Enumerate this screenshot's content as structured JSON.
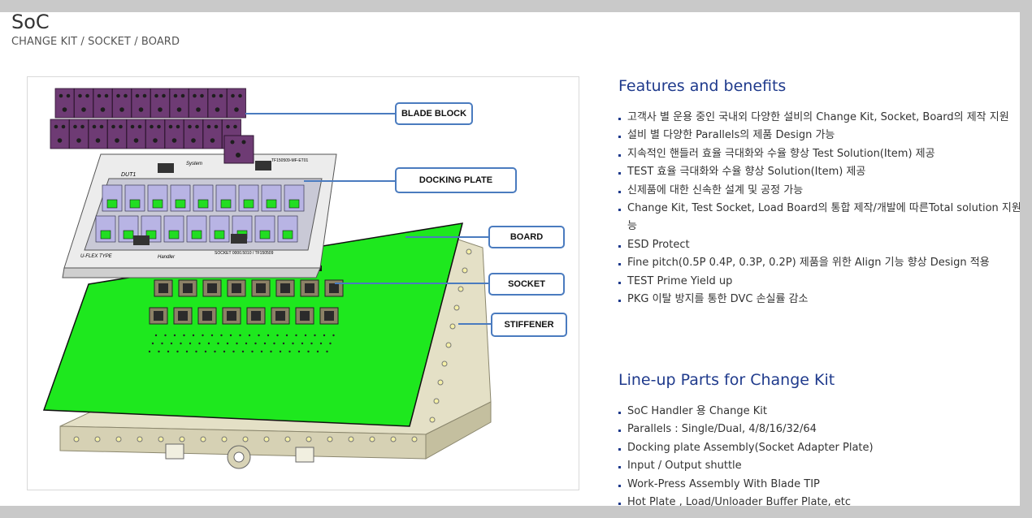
{
  "header": {
    "title": "SoC",
    "subtitle": "CHANGE KIT / SOCKET / BOARD"
  },
  "figure": {
    "callouts": [
      "BLADE BLOCK",
      "DOCKING PLATE",
      "BOARD",
      "SOCKET",
      "STIFFENER"
    ],
    "plate_labels": {
      "dut": "DUT1",
      "system": "System",
      "handler": "Handler",
      "type": "U-FLEX TYPE",
      "part": "TF150509-MF-ET01",
      "socket_text": "SOCKET 0000.5010 / TF150509"
    },
    "colors": {
      "board": "#1ee81e",
      "blade": "#6e3b74",
      "stiffener": "#e4e0c6",
      "callout_border": "#4a7bbf"
    }
  },
  "features": {
    "heading": "Features and benefits",
    "items": [
      "고객사 별 운용 중인 국내외 다양한 설비의 Change Kit, Socket, Board의 제작 지원",
      "설비 별 다양한 Parallels의 제품 Design 가능",
      "지속적인 핸들러 효율 극대화와 수율 향상 Test Solution(Item) 제공",
      "TEST 효율 극대화와 수율 향상 Solution(Item) 제공",
      "신제품에 대한 신속한 설계 및 공정 가능",
      "Change Kit, Test Socket, Load Board의 통합 제작/개발에 따른Total solution 지원 가능",
      "ESD Protect",
      "Fine pitch(0.5P 0.4P, 0.3P, 0.2P) 제품을 위한 Align 기능 향상 Design 적용",
      "TEST Prime Yield up",
      "PKG 이탈 방지를 통한 DVC 손실률 감소"
    ]
  },
  "lineup": {
    "heading": "Line-up Parts for Change Kit",
    "items": [
      "SoC Handler 용 Change Kit",
      "Parallels : Single/Dual, 4/8/16/32/64",
      "Docking plate Assembly(Socket Adapter Plate)",
      "Input / Output shuttle",
      "Work-Press Assembly With Blade TIP",
      "Hot Plate , Load/Unloader Buffer Plate, etc"
    ]
  }
}
